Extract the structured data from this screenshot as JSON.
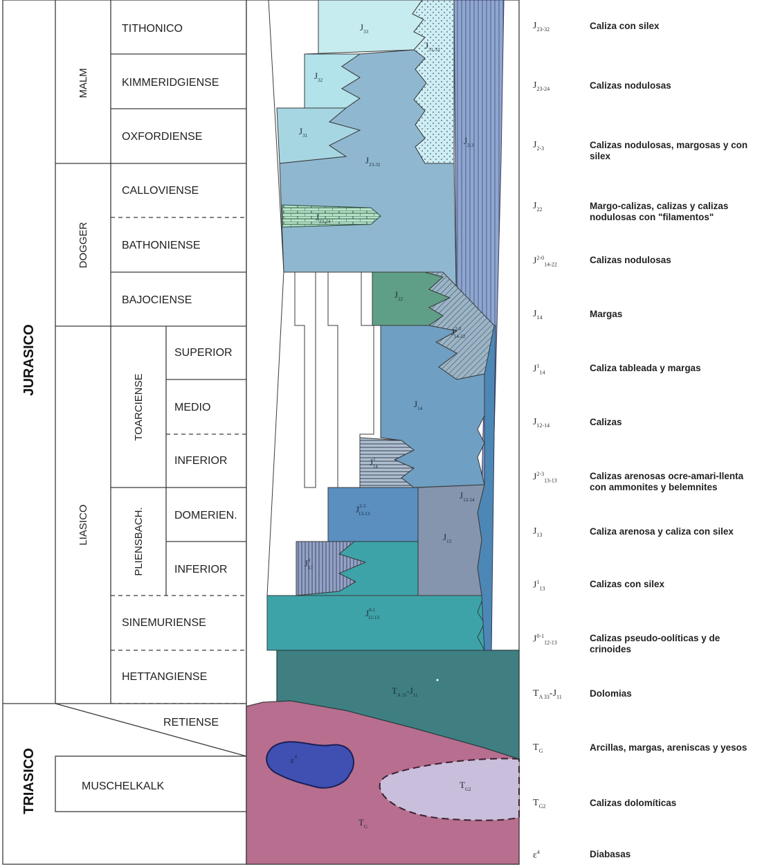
{
  "systems": [
    {
      "key": "jurasico",
      "label": "JURASICO"
    },
    {
      "key": "triasico",
      "label": "TRIASICO"
    }
  ],
  "series": [
    {
      "key": "malm",
      "label": "MALM"
    },
    {
      "key": "dogger",
      "label": "DOGGER"
    },
    {
      "key": "liasico",
      "label": "LIASICO"
    }
  ],
  "substages": [
    {
      "key": "toarciense",
      "label": "TOARCIENSE"
    },
    {
      "key": "pliensbach",
      "label": "PLIENSBACH."
    }
  ],
  "stages": [
    {
      "key": "tithonico",
      "label": "TITHONICO"
    },
    {
      "key": "kimmeridgiense",
      "label": "KIMMERIDGIENSE"
    },
    {
      "key": "oxfordiense",
      "label": "OXFORDIENSE"
    },
    {
      "key": "calloviense",
      "label": "CALLOVIENSE"
    },
    {
      "key": "bathoniense",
      "label": "BATHONIENSE"
    },
    {
      "key": "bajociense",
      "label": "BAJOCIENSE"
    },
    {
      "key": "toarc-superior",
      "label": "SUPERIOR"
    },
    {
      "key": "toarc-medio",
      "label": "MEDIO"
    },
    {
      "key": "toarc-inferior",
      "label": "INFERIOR"
    },
    {
      "key": "domerien",
      "label": "DOMERIEN."
    },
    {
      "key": "pliens-inferior",
      "label": "INFERIOR"
    },
    {
      "key": "sinemuriense",
      "label": "SINEMURIENSE"
    },
    {
      "key": "hettangiense",
      "label": "HETTANGIENSE"
    },
    {
      "key": "retiense",
      "label": "RETIENSE"
    },
    {
      "key": "muschelkalk",
      "label": "MUSCHELKALK"
    }
  ],
  "units": [
    {
      "key": "J33",
      "main": "J",
      "sub": "33",
      "sup": ""
    },
    {
      "key": "J32",
      "main": "J",
      "sub": "32",
      "sup": ""
    },
    {
      "key": "J31",
      "main": "J",
      "sub": "31",
      "sup": ""
    },
    {
      "key": "J23-32",
      "main": "J",
      "sub": "23-32",
      "sup": ""
    },
    {
      "key": "J31-33",
      "main": "J",
      "sub": "31-33",
      "sup": ""
    },
    {
      "key": "J2-3",
      "main": "J",
      "sub": "2-3",
      "sup": ""
    },
    {
      "key": "J23-24",
      "main": "J",
      "sub": "23-24",
      "sup": ""
    },
    {
      "key": "J22",
      "main": "J",
      "sub": "22",
      "sup": ""
    },
    {
      "key": "J14-22",
      "main": "J",
      "sub": "14-22",
      "sup": "2-0"
    },
    {
      "key": "J14",
      "main": "J",
      "sub": "14",
      "sup": ""
    },
    {
      "key": "J14-1",
      "main": "J",
      "sub": "14",
      "sup": "1"
    },
    {
      "key": "J12-14",
      "main": "J",
      "sub": "12-14",
      "sup": ""
    },
    {
      "key": "J13-13",
      "main": "J",
      "sub": "13-13",
      "sup": "2-3"
    },
    {
      "key": "J13",
      "main": "J",
      "sub": "13",
      "sup": ""
    },
    {
      "key": "J13-1",
      "main": "J",
      "sub": "13",
      "sup": "1"
    },
    {
      "key": "J12-13",
      "main": "J",
      "sub": "12-13",
      "sup": "0-1"
    },
    {
      "key": "TA33-J11",
      "main": "T",
      "sub": "A 33",
      "sup": "",
      "main2": "J",
      "sub2": "11"
    },
    {
      "key": "TG",
      "main": "T",
      "sub": "G",
      "sup": ""
    },
    {
      "key": "TG2",
      "main": "T",
      "sub": "G2",
      "sup": ""
    },
    {
      "key": "E4",
      "main": "ε",
      "sub": "",
      "sup": "4"
    }
  ],
  "legend": [
    {
      "main": "J",
      "sub": "23-32",
      "sup": "",
      "desc": "Caliza con silex"
    },
    {
      "main": "J",
      "sub": "23-24",
      "sup": "",
      "desc": "Calizas nodulosas"
    },
    {
      "main": "J",
      "sub": "2-3",
      "sup": "",
      "desc": "Calizas nodulosas, margosas y con silex"
    },
    {
      "main": "J",
      "sub": "22",
      "sup": "",
      "desc": "Margo-calizas, calizas y calizas nodulosas con \"filamentos\""
    },
    {
      "main": "J",
      "sub": "14-22",
      "sup": "2-0",
      "desc": "Calizas nodulosas"
    },
    {
      "main": "J",
      "sub": "14",
      "sup": "",
      "desc": "Margas"
    },
    {
      "main": "J",
      "sub": "14",
      "sup": "1",
      "desc": "Caliza tableada y margas"
    },
    {
      "main": "J",
      "sub": "12-14",
      "sup": "",
      "desc": "Calizas"
    },
    {
      "main": "J",
      "sub": "13-13",
      "sup": "2-3",
      "desc": "Calizas arenosas ocre-amari-llenta con ammonites y belemnites"
    },
    {
      "main": "J",
      "sub": "13",
      "sup": "",
      "desc": "Caliza arenosa y caliza con silex"
    },
    {
      "main": "J",
      "sub": "13",
      "sup": "1",
      "desc": "Calizas con silex"
    },
    {
      "main": "J",
      "sub": "12-13",
      "sup": "0-1",
      "desc": "Calizas pseudo-oolíticas y de crinoides"
    },
    {
      "main": "T",
      "sub": "A 33",
      "sup": "",
      "main2": "J",
      "sub2": "11",
      "desc": "Dolomias"
    },
    {
      "main": "T",
      "sub": "G",
      "sup": "",
      "desc": "Arcillas, margas, areniscas y yesos"
    },
    {
      "main": "T",
      "sub": "G2",
      "sup": "",
      "desc": "Calizas dolomíticas"
    },
    {
      "main": "ε",
      "sub": "",
      "sup": "4",
      "desc": "Diabasas"
    }
  ],
  "colors": {
    "pale_cyan": "#c6ecef",
    "light_cyan": "#b2e2ea",
    "steel_blue": "#8fb8d0",
    "mid_blue": "#6f9fc2",
    "blue_dark": "#4d87b5",
    "teal": "#3ea3a8",
    "teal_dark": "#3f7f82",
    "sea_green": "#5f9f87",
    "grey_blue": "#8595ad",
    "pink_mauve": "#b86e8e",
    "lilac": "#c9bedb",
    "diabase": "#3f4fb2",
    "stripe_blue": "#7f9bc7"
  }
}
